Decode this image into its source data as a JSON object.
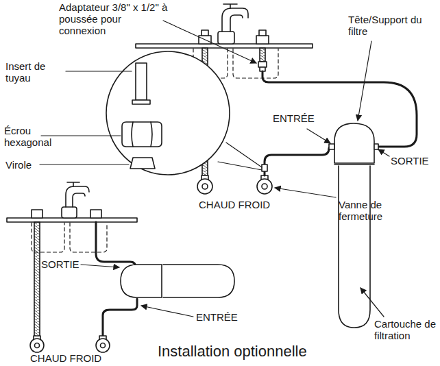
{
  "diagram": {
    "labels": [
      "Adaptateur 3/8\" x 1/2\" à poussée pour connexion",
      "Tête/Support du filtre",
      "Insert de tuyau",
      "ENTRÉE",
      "Écrou hexagonal",
      "Virole",
      "SORTIE",
      "Vanne de fermeture",
      "CHAUD FROID",
      "SORTIE",
      "ENTRÉE",
      "Cartouche de filtration",
      "CHAUD FROID",
      "Installation optionnelle"
    ]
  }
}
